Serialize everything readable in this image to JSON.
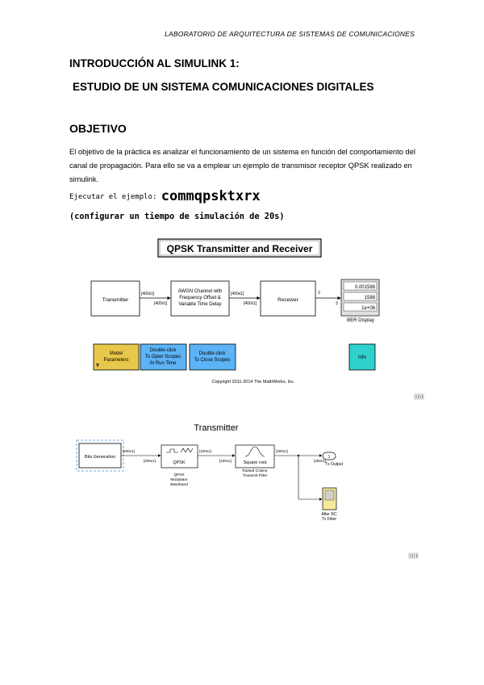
{
  "header": "LABORATORIO DE ARQUITECTURA DE SISTEMAS DE COMUNICACIONES",
  "title_line1": "INTRODUCCIÓN AL SIMULINK 1:",
  "title_line2": "ESTUDIO DE UN SISTEMA COMUNICACIONES DIGITALES",
  "section": "OBJETIVO",
  "paragraph": "El objetivo de la práctica es analizar el funcionamiento de un sistema en función del comportamiento del canal de propagación. Para ello se va a emplear un ejemplo de transmisor receptor QPSK realizado en simulink.",
  "run_prefix": "Ejecutar el ejemplo:",
  "run_cmd": "commqpsktxrx",
  "config_note": "(configurar un tiempo de simulación de 20s)",
  "fig1": {
    "title": "QPSK Transmitter and Receiver",
    "transmitter": "Transmitter",
    "channel_l1": "AWGN Channel with",
    "channel_l2": "Frequency Offset &",
    "channel_l3": "Variable Time Delay",
    "receiver": "Receiver",
    "sig_a": "[400x1]",
    "sig_b": "[400x1]",
    "sig_c": "[400x1]",
    "sig_d": "[400x1]",
    "port_top": "3",
    "port_bot": "3",
    "ber_values": [
      "0.001588",
      "1588",
      "1e+06"
    ],
    "ber_label": "BER Display",
    "btn_model_l1": "Model",
    "btn_model_l2": "Parameters",
    "btn_open_l1": "Double-click",
    "btn_open_l2": "To Open Scopes",
    "btn_open_l3": "At Run Time",
    "btn_close_l1": "Double-click",
    "btn_close_l2": "To Close Scopes",
    "btn_info": "Info",
    "copyright": "Copyright 2011-2014 The MathWorks, Inc."
  },
  "fig2": {
    "title": "Transmitter",
    "bits": "Bits Generation",
    "sig1": "[200x1]",
    "sig2": "[200x1]",
    "qpsk": "QPSK",
    "qpsk_l1": "QPSK",
    "qpsk_l2": "Modulator",
    "qpsk_l3": "Baseband",
    "sig3": "[100x1]",
    "sig4": "[100x1]",
    "sqrt": "Square root",
    "rc_l1": "Raised Cosine",
    "rc_l2": "Transmit Filter",
    "sig5": "[400x1]",
    "sig6": "[400x1]",
    "out_port": "1",
    "out_label": "Tx Output",
    "scope_l1": "After RC",
    "scope_l2": "Tx Filter"
  },
  "colors": {
    "model_btn": "#e8c84a",
    "scope_btn": "#5cb3f5",
    "info_btn": "#2ed1cc"
  }
}
